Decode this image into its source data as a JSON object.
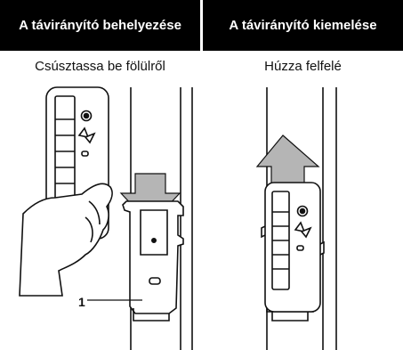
{
  "panels": [
    {
      "header": "A távirányító behelyezése",
      "instruction": "Csúsztassa be fölülről"
    },
    {
      "header": "A távirányító kiemelése",
      "instruction": "Húzza felfelé"
    }
  ],
  "callout_label": "1",
  "colors": {
    "header_bg": "#000000",
    "header_text": "#ffffff",
    "arrow": "#b5b5b5",
    "line": "#111111"
  }
}
